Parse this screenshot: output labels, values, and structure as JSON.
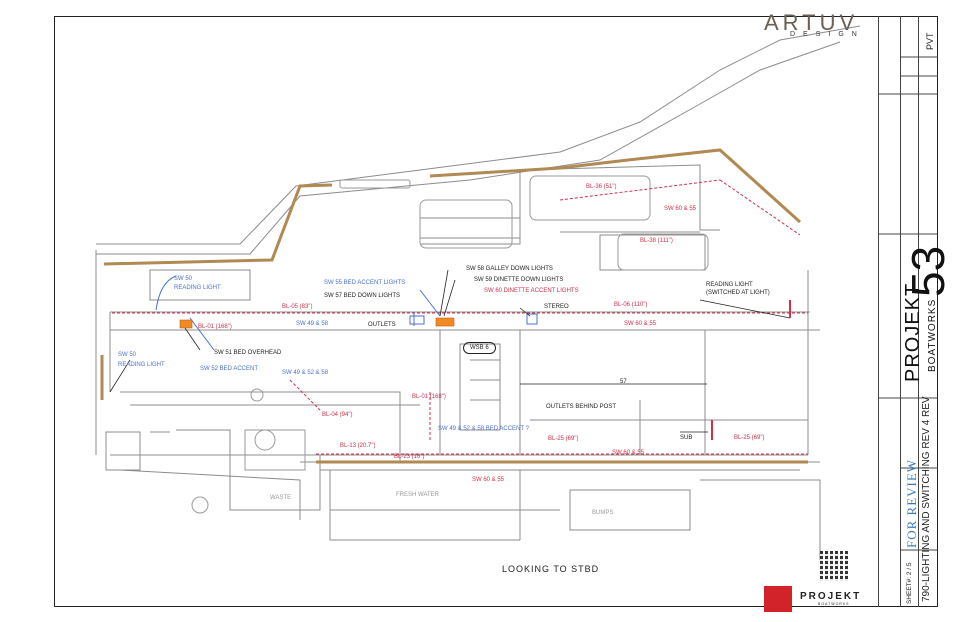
{
  "title_block": {
    "logo_name": "ARTUV",
    "logo_sub": "DESIGN",
    "project_title": "PROJEKT",
    "project_number": "53",
    "project_sub": "BOATWORKS",
    "drawn_by": "PVT",
    "review_stamp": "FOR REVIEW",
    "sheet_name": "790-LIGHTING AND SWITCHING REV 4 REV",
    "sheet_no": "SHEET#: 2 / 5",
    "brand_name": "PROJEKT",
    "brand_sub": "BOATWORKS",
    "colors": {
      "frame": "#222222",
      "accent_brown": "#b08a52",
      "label_blue": "#4a6fd0",
      "label_red": "#d0314a",
      "stamp_blue": "#3d7bbf",
      "brand_red": "#d2232a"
    }
  },
  "labels": {
    "sw50": "SW 50",
    "reading_light": "READING LIGHT",
    "sw50_2": "SW 50",
    "reading_light_2": "READING LIGHT",
    "sw55": "SW 55 BED ACCENT LIGHTS",
    "sw57": "SW 57 BED DOWN LIGHTS",
    "sw58": "SW 58 GALLEY DOWN LIGHTS",
    "sw59": "SW 59 DINETTE DOWN LIGHTS",
    "sw60": "SW 60 DINETTE ACCENT LIGHTS",
    "stereo": "STEREO",
    "bl05_left": "BL-05 (83\")",
    "bl01_left": "BL-01 (168\")",
    "sw4958": "SW 49 & 58",
    "outlets": "OUTLETS",
    "wsb": "WSB 6",
    "bl06": "BL-06 (110\")",
    "sw6055": "SW 60 & 55",
    "sw51": "SW 51 BED OVERHEAD",
    "sw52": "SW 52 BED ACCENT",
    "sw4952": "SW 49 & 52 & 58",
    "bl04": "BL-04 (94\")",
    "bl01_mid": "BL-01 (168\")",
    "dim57": "57",
    "outlets_post": "OUTLETS BEHIND POST",
    "sub": "SUB",
    "bl25_right": "BL-25 (69\")",
    "sw4952acc": "SW 49 & 52 & 58 BED ACCENT ?",
    "bl13": "BL-13 (20.7\")",
    "bl25_mid": "BL-25 (69\")",
    "bl23": "BL-23 (16\")",
    "sw6055b": "SW 60 & 55",
    "sw6055c": "SW 60 & 55",
    "reading_switched": "READING LIGHT (SWITCHED AT LIGHT)",
    "bl36_top": "BL-36 (51\")",
    "sw6055_top": "SW 60 & 55",
    "bl38": "BL-38 (111\")",
    "waste": "WASTE",
    "fresh": "FRESH WATER",
    "bumps": "BUMPS",
    "looking": "LOOKING TO STBD"
  }
}
